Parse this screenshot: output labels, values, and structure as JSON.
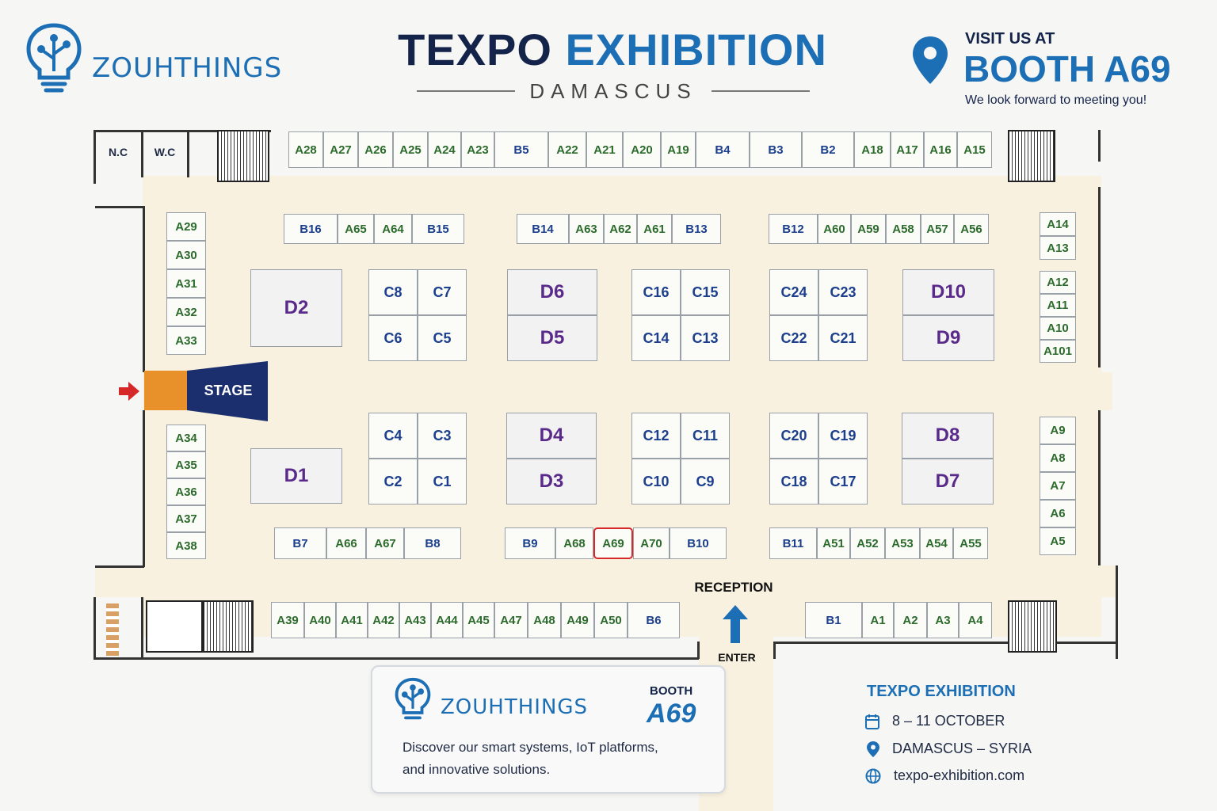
{
  "header": {
    "brand": "ZOUHTHINGS",
    "title_part1": "TEXPO",
    "title_part2": "EXHIBITION",
    "subtitle": "DAMASCUS",
    "visit_label": "VISIT US AT",
    "visit_booth": "BOOTH A69",
    "visit_tagline": "We look forward to meeting you!"
  },
  "map": {
    "nc_label": "N.C",
    "wc_label": "W.C",
    "stage_label": "STAGE",
    "reception_label": "RECEPTION",
    "enter_label": "ENTER",
    "highlighted_booth": "A69",
    "top_row": [
      "A28",
      "A27",
      "A26",
      "A25",
      "A24",
      "A23",
      "B5",
      "A22",
      "A21",
      "A20",
      "A19",
      "B4",
      "B3",
      "B2",
      "A18",
      "A17",
      "A16",
      "A15"
    ],
    "left_col_top": [
      "A29",
      "A30",
      "A31",
      "A32",
      "A33"
    ],
    "left_col_bottom": [
      "A34",
      "A35",
      "A36",
      "A37",
      "A38"
    ],
    "right_col_1": [
      "A14",
      "A13"
    ],
    "right_col_2": [
      "A12",
      "A11",
      "A10",
      "A101"
    ],
    "right_col_3": [
      "A9",
      "A8",
      "A7",
      "A6",
      "A5"
    ],
    "row_b_top_1": [
      "B16",
      "A65",
      "A64",
      "B15"
    ],
    "row_b_top_2": [
      "B14",
      "A63",
      "A62",
      "A61",
      "B13"
    ],
    "row_b_top_3": [
      "B12",
      "A60",
      "A59",
      "A58",
      "A57",
      "A56"
    ],
    "row_b_bottom_1": [
      "B7",
      "A66",
      "A67",
      "B8"
    ],
    "row_b_bottom_2": [
      "B9",
      "A68",
      "A69",
      "A70",
      "B10"
    ],
    "row_b_bottom_3": [
      "B11",
      "A51",
      "A52",
      "A53",
      "A54",
      "A55"
    ],
    "bottom_row_left": [
      "A39",
      "A40",
      "A41",
      "A42",
      "A43",
      "A44",
      "A45",
      "A47",
      "A48",
      "A49",
      "A50",
      "B6"
    ],
    "bottom_row_right": [
      "B1",
      "A1",
      "A2",
      "A3",
      "A4"
    ],
    "d_blocks": [
      "D2",
      "D1"
    ],
    "c_top_1": [
      "C8",
      "C7",
      "C6",
      "C5"
    ],
    "c_top_2": [
      "C16",
      "C15",
      "C14",
      "C13"
    ],
    "c_top_3": [
      "C24",
      "C23",
      "C22",
      "C21"
    ],
    "c_bot_1": [
      "C4",
      "C3",
      "C2",
      "C1"
    ],
    "c_bot_2": [
      "C12",
      "C11",
      "C10",
      "C9"
    ],
    "c_bot_3": [
      "C20",
      "C19",
      "C18",
      "C17"
    ],
    "d_pair_top_1": [
      "D6",
      "D5"
    ],
    "d_pair_top_2": [
      "D10",
      "D9"
    ],
    "d_pair_bot_1": [
      "D4",
      "D3"
    ],
    "d_pair_bot_2": [
      "D8",
      "D7"
    ]
  },
  "promo": {
    "brand": "ZOUHTHINGS",
    "booth_label": "BOOTH",
    "booth_number": "A69",
    "text_line1": "Discover our smart systems, IoT platforms,",
    "text_line2": "and innovative solutions."
  },
  "event": {
    "title": "TEXPO EXHIBITION",
    "date": "8 – 11 OCTOBER",
    "location": "DAMASCUS – SYRIA",
    "website": "texpo-exhibition.com"
  },
  "colors": {
    "brand_blue": "#1c6fb5",
    "navy": "#14234a",
    "highlight_red": "#d62828",
    "stage_orange": "#e8912a",
    "stage_navy": "#1b2f6e"
  }
}
